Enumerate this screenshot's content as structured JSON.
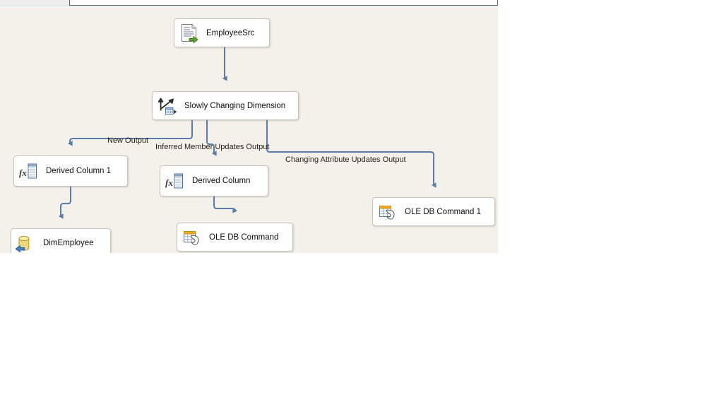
{
  "app": {
    "surface_name": "data-flow-design-surface",
    "canvas_background": "#f4f1ea",
    "connector_color": "#5b7ba8",
    "node_border_color": "#c8c5bd",
    "label_color": "#2b2215"
  },
  "toolbar": {
    "field_value": ""
  },
  "diagram": {
    "nodes": [
      {
        "id": "employee-src",
        "label": "EmployeeSrc",
        "icon": "flat-file-source-icon",
        "type": "source"
      },
      {
        "id": "scd",
        "label": "Slowly Changing Dimension",
        "icon": "slowly-changing-dimension-icon",
        "type": "transformation"
      },
      {
        "id": "derived-column-1",
        "label": "Derived Column 1",
        "icon": "derived-column-icon",
        "type": "transformation"
      },
      {
        "id": "derived-column",
        "label": "Derived Column",
        "icon": "derived-column-icon",
        "type": "transformation"
      },
      {
        "id": "ole-db-command-1",
        "label": "OLE DB Command 1",
        "icon": "ole-db-command-icon",
        "type": "transformation"
      },
      {
        "id": "ole-db-command",
        "label": "OLE DB Command",
        "icon": "ole-db-command-icon",
        "type": "transformation"
      },
      {
        "id": "dim-employee",
        "label": "DimEmployee",
        "icon": "ole-db-destination-icon",
        "type": "destination"
      }
    ],
    "connectors": [
      {
        "id": "employee-src-to-scd",
        "from": "employee-src",
        "to": "scd",
        "label": ""
      },
      {
        "id": "new-output",
        "from": "scd",
        "to": "derived-column-1",
        "label": "New Output"
      },
      {
        "id": "inferred-member-updates-output",
        "from": "scd",
        "to": "derived-column",
        "label": "Inferred Member Updates Output"
      },
      {
        "id": "changing-attribute-updates-output",
        "from": "scd",
        "to": "ole-db-command-1",
        "label": "Changing Attribute Updates Output"
      },
      {
        "id": "derived-column-1-to-dim-employee",
        "from": "derived-column-1",
        "to": "dim-employee",
        "label": ""
      },
      {
        "id": "derived-column-to-ole-db-command",
        "from": "derived-column",
        "to": "ole-db-command",
        "label": ""
      }
    ]
  }
}
